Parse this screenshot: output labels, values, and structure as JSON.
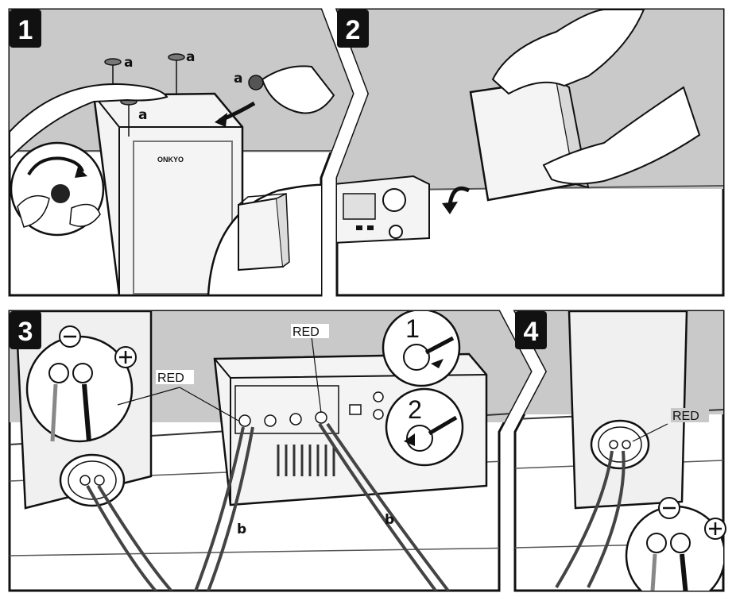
{
  "steps": {
    "s1": "1",
    "s2": "2",
    "s3": "3",
    "s4": "4"
  },
  "panel1": {
    "foot_label": "a",
    "brand": "ONKYO"
  },
  "panel3": {
    "red_left": "RED",
    "red_right": "RED",
    "cable_label": "b",
    "substep_1": "1",
    "substep_2": "2"
  },
  "panel4": {
    "red": "RED"
  }
}
